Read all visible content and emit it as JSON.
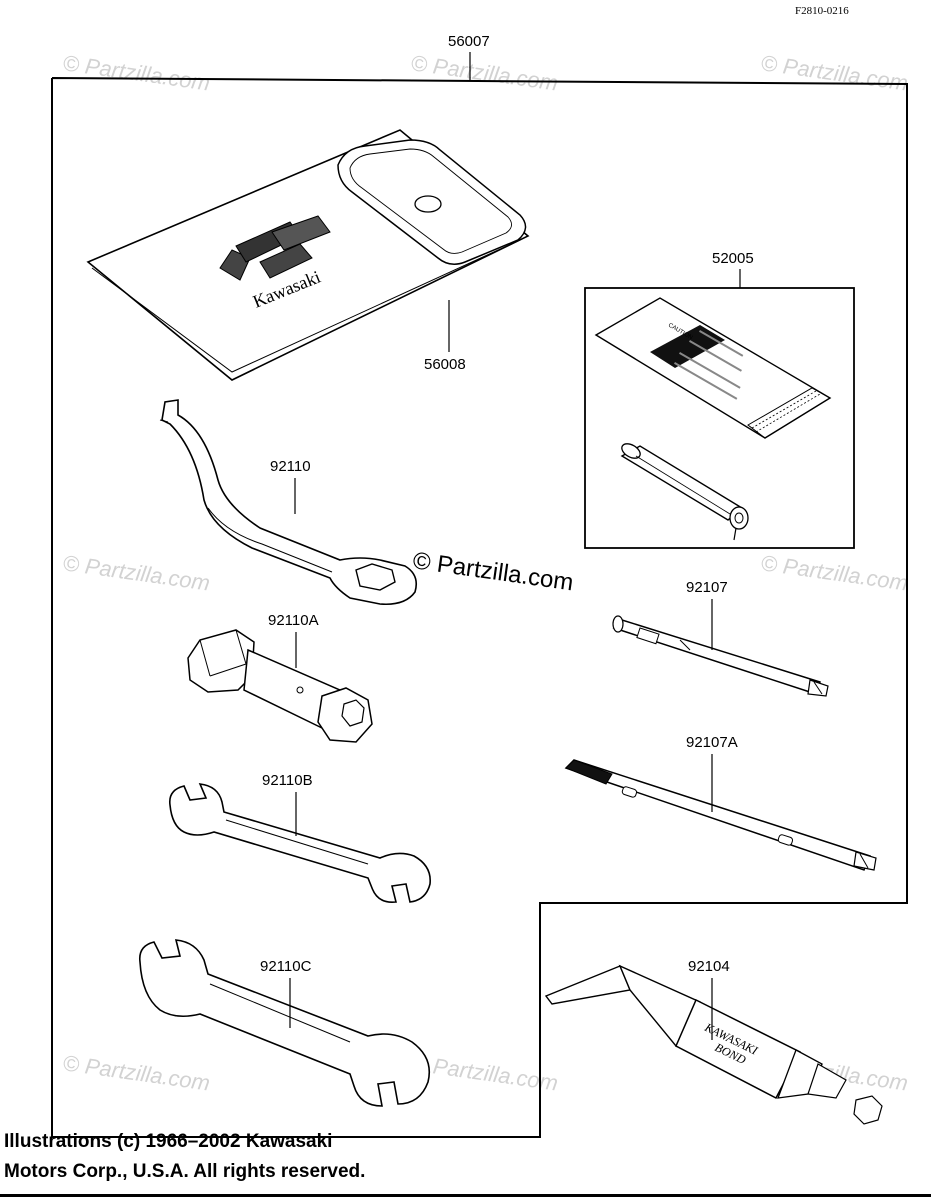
{
  "diagram": {
    "ref_code": "F2810-0216",
    "labels": {
      "p56007": "56007",
      "p56008": "56008",
      "p52005": "52005",
      "p92110": "92110",
      "p92110A": "92110A",
      "p92110B": "92110B",
      "p92110C": "92110C",
      "p92107": "92107",
      "p92107A": "92107A",
      "p92104": "92104"
    },
    "pouch_logo_text": "Kawasaki",
    "caution_card_text": "CAUTION",
    "bond_text_line1": "KAWASAKI",
    "bond_text_line2": "BOND",
    "watermark_main": "© Partzilla.com",
    "watermark_faded": "© Partzilla.com",
    "copyright_line1": "Illustrations (c) 1966–2002 Kawasaki",
    "copyright_line2": "Motors Corp., U.S.A.  All rights reserved."
  }
}
